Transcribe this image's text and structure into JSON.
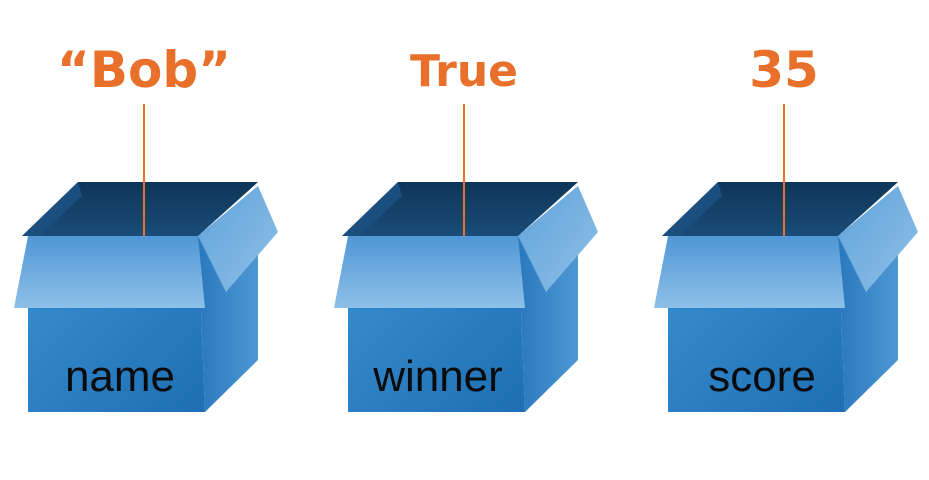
{
  "variables": [
    {
      "name": "name",
      "value": "“Bob”"
    },
    {
      "name": "winner",
      "value": "True"
    },
    {
      "name": "score",
      "value": "35"
    }
  ],
  "colors": {
    "value_text": "#e8702a",
    "string_line": "#e8702a",
    "box_front": "#2a7fc4",
    "box_side": "#1b5f9c",
    "box_inside": "#13456f",
    "flap_light": "#6aa9dc",
    "label_text": "#0b0b0b"
  }
}
